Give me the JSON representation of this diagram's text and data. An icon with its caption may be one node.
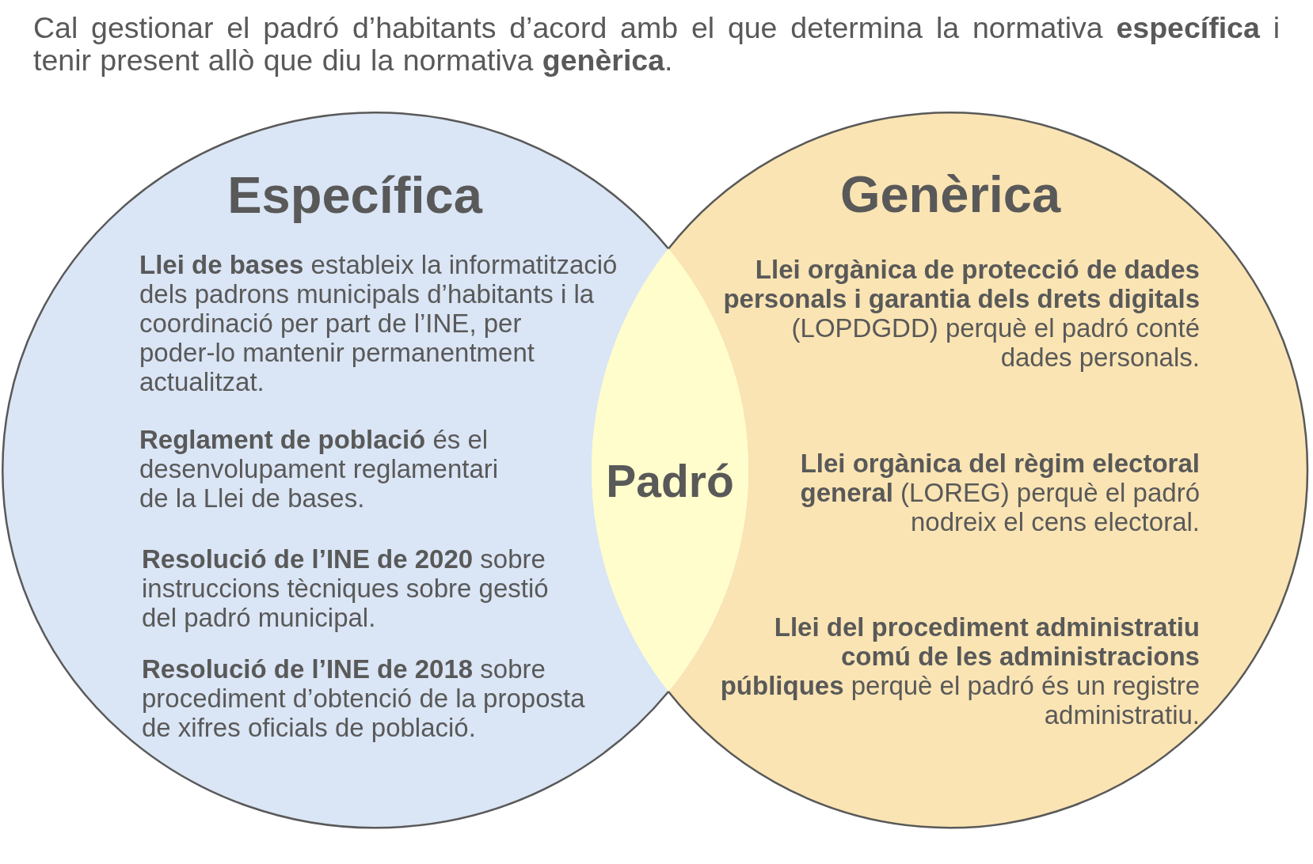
{
  "diagram": {
    "title": "Cal gestionar el padró d’habitants d’acord amb el que determina la normativa **específica** i tenir present allò que diu la normativa **genèrica**.",
    "nodes": [
      {
        "text": [
          "Específica",
          "**Llei de bases** estableix la informatització dels padrons municipals d’habitants i la coordinació per part de l’INE, per poder-lo mantenir permanentment actualitzat.",
          "**Reglament de població** és el desenvolupament reglamentari de la Llei de bases.",
          "**Resolució de l’INE de 2020** sobre instruccions tècniques sobre gestió del padró municipal.",
          "**Resolució de l’INE de 2018** sobre procediment d’obtenció de la proposta de xifres oficials de població."
        ]
      },
      {
        "text": [
          "Genèrica",
          "**Llei orgànica de protecció de dades personals i garantia dels drets digitals** (LOPDGDD) perquè el padró conté dades personals.",
          "**Llei orgànica del règim electoral general** (LOREG) perquè el padró nodreix el cens electoral.",
          "**Llei del procediment administratiu comú de les administracions públiques** perquè el padró és un registre administratiu."
        ]
      },
      {
        "text": [
          "Padró"
        ]
      }
    ]
  }
}
